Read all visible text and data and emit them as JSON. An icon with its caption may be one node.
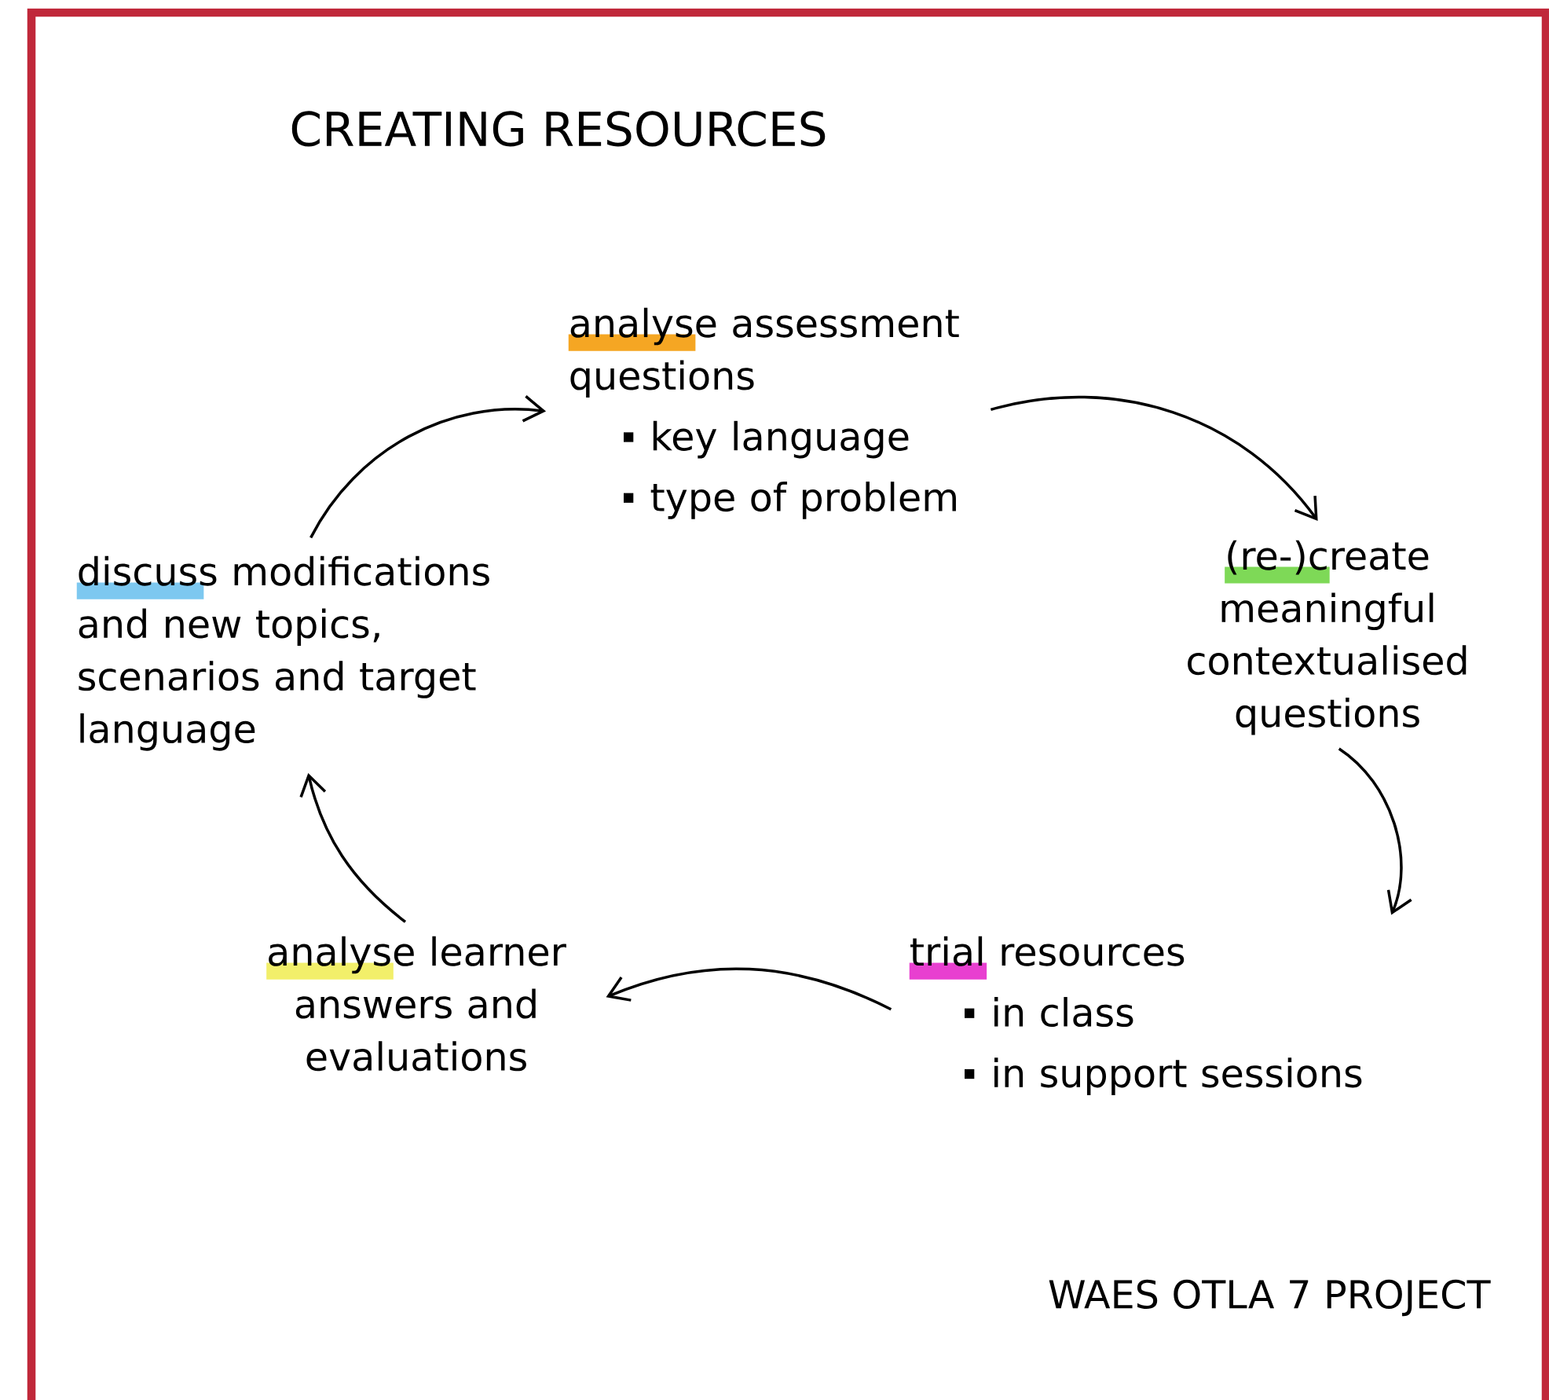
{
  "diagram": {
    "title": "CREATING RESOURCES",
    "nodes": [
      {
        "text": [
          "analyse assessment questions",
          "key language",
          "type of problem"
        ]
      },
      {
        "text": [
          "(re-)create meaningful contextualised questions"
        ]
      },
      {
        "text": [
          "trial resources",
          "in class",
          "in support sessions"
        ]
      },
      {
        "text": [
          "analyse learner answers and evaluations"
        ]
      },
      {
        "text": [
          "discuss modifications and new topics, scenarios and target language"
        ]
      }
    ],
    "edges": [
      {
        "from": 0,
        "to": 1,
        "arrow": "to"
      },
      {
        "from": 1,
        "to": 2,
        "arrow": "to"
      },
      {
        "from": 2,
        "to": 3,
        "arrow": "to"
      },
      {
        "from": 3,
        "to": 4,
        "arrow": "to"
      },
      {
        "from": 4,
        "to": 0,
        "arrow": "to"
      }
    ],
    "labels": [
      "WAES OTLA 7 PROJECT"
    ]
  }
}
